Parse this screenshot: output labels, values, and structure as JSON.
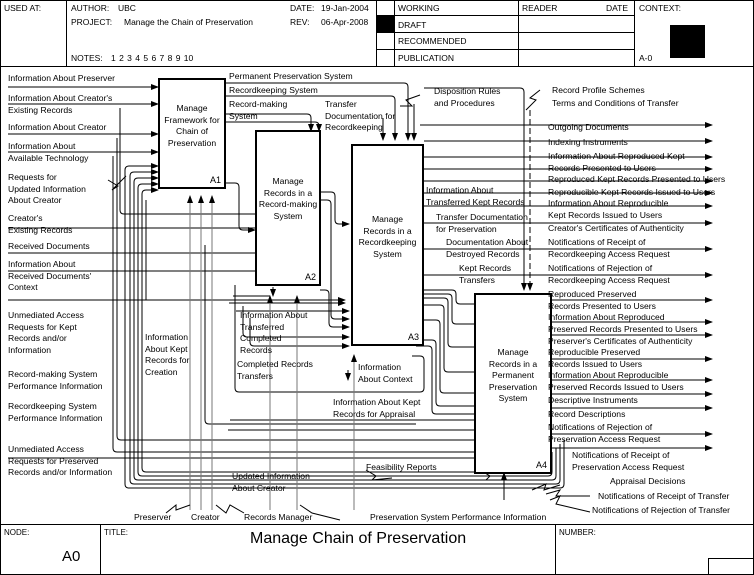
{
  "header": {
    "used_at_label": "USED AT:",
    "author_label": "AUTHOR:",
    "author": "UBC",
    "project_label": "PROJECT:",
    "project": "Manage the Chain of Preservation",
    "notes_label": "NOTES:",
    "notes": "1  2  3  4  5  6  7  8  9  10",
    "date_label": "DATE:",
    "date": "19-Jan-2004",
    "rev_label": "REV:",
    "rev": "06-Apr-2008",
    "status": [
      {
        "label": "WORKING",
        "selected": false
      },
      {
        "label": "DRAFT",
        "selected": true
      },
      {
        "label": "RECOMMENDED",
        "selected": false
      },
      {
        "label": "PUBLICATION",
        "selected": false
      }
    ],
    "reader_label": "READER",
    "reader_date_label": "DATE",
    "context_label": "CONTEXT:",
    "context_node": "A-0"
  },
  "footer": {
    "node_label": "NODE:",
    "node": "A0",
    "title_label": "TITLE:",
    "title": "Manage Chain of Preservation",
    "number_label": "NUMBER:"
  },
  "activities": [
    {
      "id": "A1",
      "title": "Manage\nFramework for\nChain of\nPreservation"
    },
    {
      "id": "A2",
      "title": "Manage\nRecords in a\nRecord-making\nSystem"
    },
    {
      "id": "A3",
      "title": "Manage\nRecords in a\nRecordkeeping\nSystem"
    },
    {
      "id": "A4",
      "title": "Manage\nRecords in a\nPermanent\nPreservation\nSystem"
    }
  ],
  "inputs": [
    "Information About Preserver",
    "Information About Creator's\nExisting Records",
    "Information About Creator",
    "Information About\nAvailable Technology",
    "Requests for\nUpdated Information\nAbout Creator",
    "Creator's\nExisting Records",
    "Received Documents",
    "Information About\nReceived Documents'\nContext",
    "Unmediated Access\nRequests for Kept\nRecords and/or\nInformation",
    "Record-making System\nPerformance Information",
    "Recordkeeping System\nPerformance Information",
    "Unmediated Access\nRequests for Preserved\nRecords and/or Information"
  ],
  "controls": [
    "Permanent Preservation System",
    "Recordkeeping System",
    "Record-making\nSystem",
    "Transfer\nDocumentation for\nRecordkeeping",
    "Disposition Rules\nand Procedures",
    "Record Profile Schemes",
    "Terms and Conditions of Transfer"
  ],
  "outputs": [
    "Outgoing Documents",
    "Indexing Instruments",
    "Information About Reproduced Kept\nRecords Presented to Users",
    "Reproduced Kept Records Presented to Users",
    "Reproducible Kept Records Issued to Users",
    "Information About Reproducible\nKept Records Issued to Users",
    "Creator's Certificates of Authenticity",
    "Notifications of Receipt of\nRecordkeeping Access Request",
    "Notifications of Rejection of\nRecordkeeping Access Request",
    "Reproduced Preserved\nRecords Presented to Users",
    "Information About Reproduced\nPreserved Records Presented to Users",
    "Preserver's Certificates of Authenticity",
    "Reproducible Preserved\nRecords Issued to Users",
    "Information About Reproducible\nPreserved Records Issued to Users",
    "Descriptive Instruments",
    "Record Descriptions",
    "Notifications of Rejection of\nPreservation Access Request",
    "Notifications of Receipt of\nPreservation Access Request",
    "Appraisal Decisions",
    "Notifications of Receipt of Transfer",
    "Notifications of Rejection of Transfer"
  ],
  "internal_flows": [
    "Information About\nTransferred Kept Records",
    "Transfer Documentation\nfor Preservation",
    "Documentation About\nDestroyed Records",
    "Kept Records\nTransfers",
    "Information\nAbout Kept\nRecords for\nCreation",
    "Information About\nTransferred\nCompleted\nRecords",
    "Completed Records\nTransfers",
    "Information\nAbout Context",
    "Information About Kept\nRecords for Appraisal",
    "Feasibility Reports",
    "Updated Information\nAbout Creator"
  ],
  "mechanisms": [
    "Preserver",
    "Creator",
    "Records Manager",
    "Preservation System Performance Information"
  ]
}
